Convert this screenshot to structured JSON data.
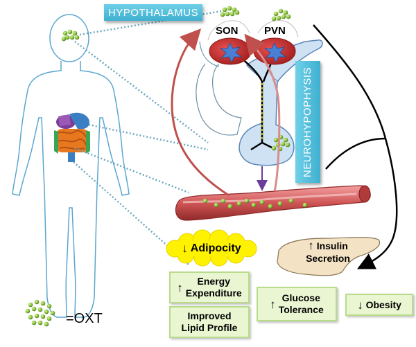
{
  "labels": {
    "hypothalamus": "HYPOTHALAMUS",
    "neurohypophysis": "NEUROHYPOPHYSIS",
    "son": "SON",
    "pvn": "PVN",
    "oxt_legend": "=OXT"
  },
  "effects": {
    "adipocity": {
      "arrow": "↓",
      "text": "Adipocity"
    },
    "insulin": {
      "arrow": "↑",
      "line1": "Insulin",
      "line2": "Secretion"
    },
    "energy": {
      "arrow": "↑",
      "line1": "Energy",
      "line2": "Expenditure"
    },
    "lipid": {
      "line1": "Improved",
      "line2": "Lipid Profile"
    },
    "glucose": {
      "arrow": "↑",
      "line1": "Glucose",
      "line2": "Tolerance"
    },
    "obesity": {
      "arrow": "↓",
      "text": "Obesity"
    }
  },
  "colors": {
    "body_outline": "#5aa6cf",
    "dotted_line": "#6aa8c0",
    "vessel_red": "#c0504d",
    "nucleus_red": "#c62828",
    "oxt_green": "#8dc63f",
    "pituitary_blue": "#cfe2f3",
    "label_cyan": "#3fb0d0",
    "box_green": "#eaf6d2",
    "adipocity_yellow": "#fff200"
  }
}
